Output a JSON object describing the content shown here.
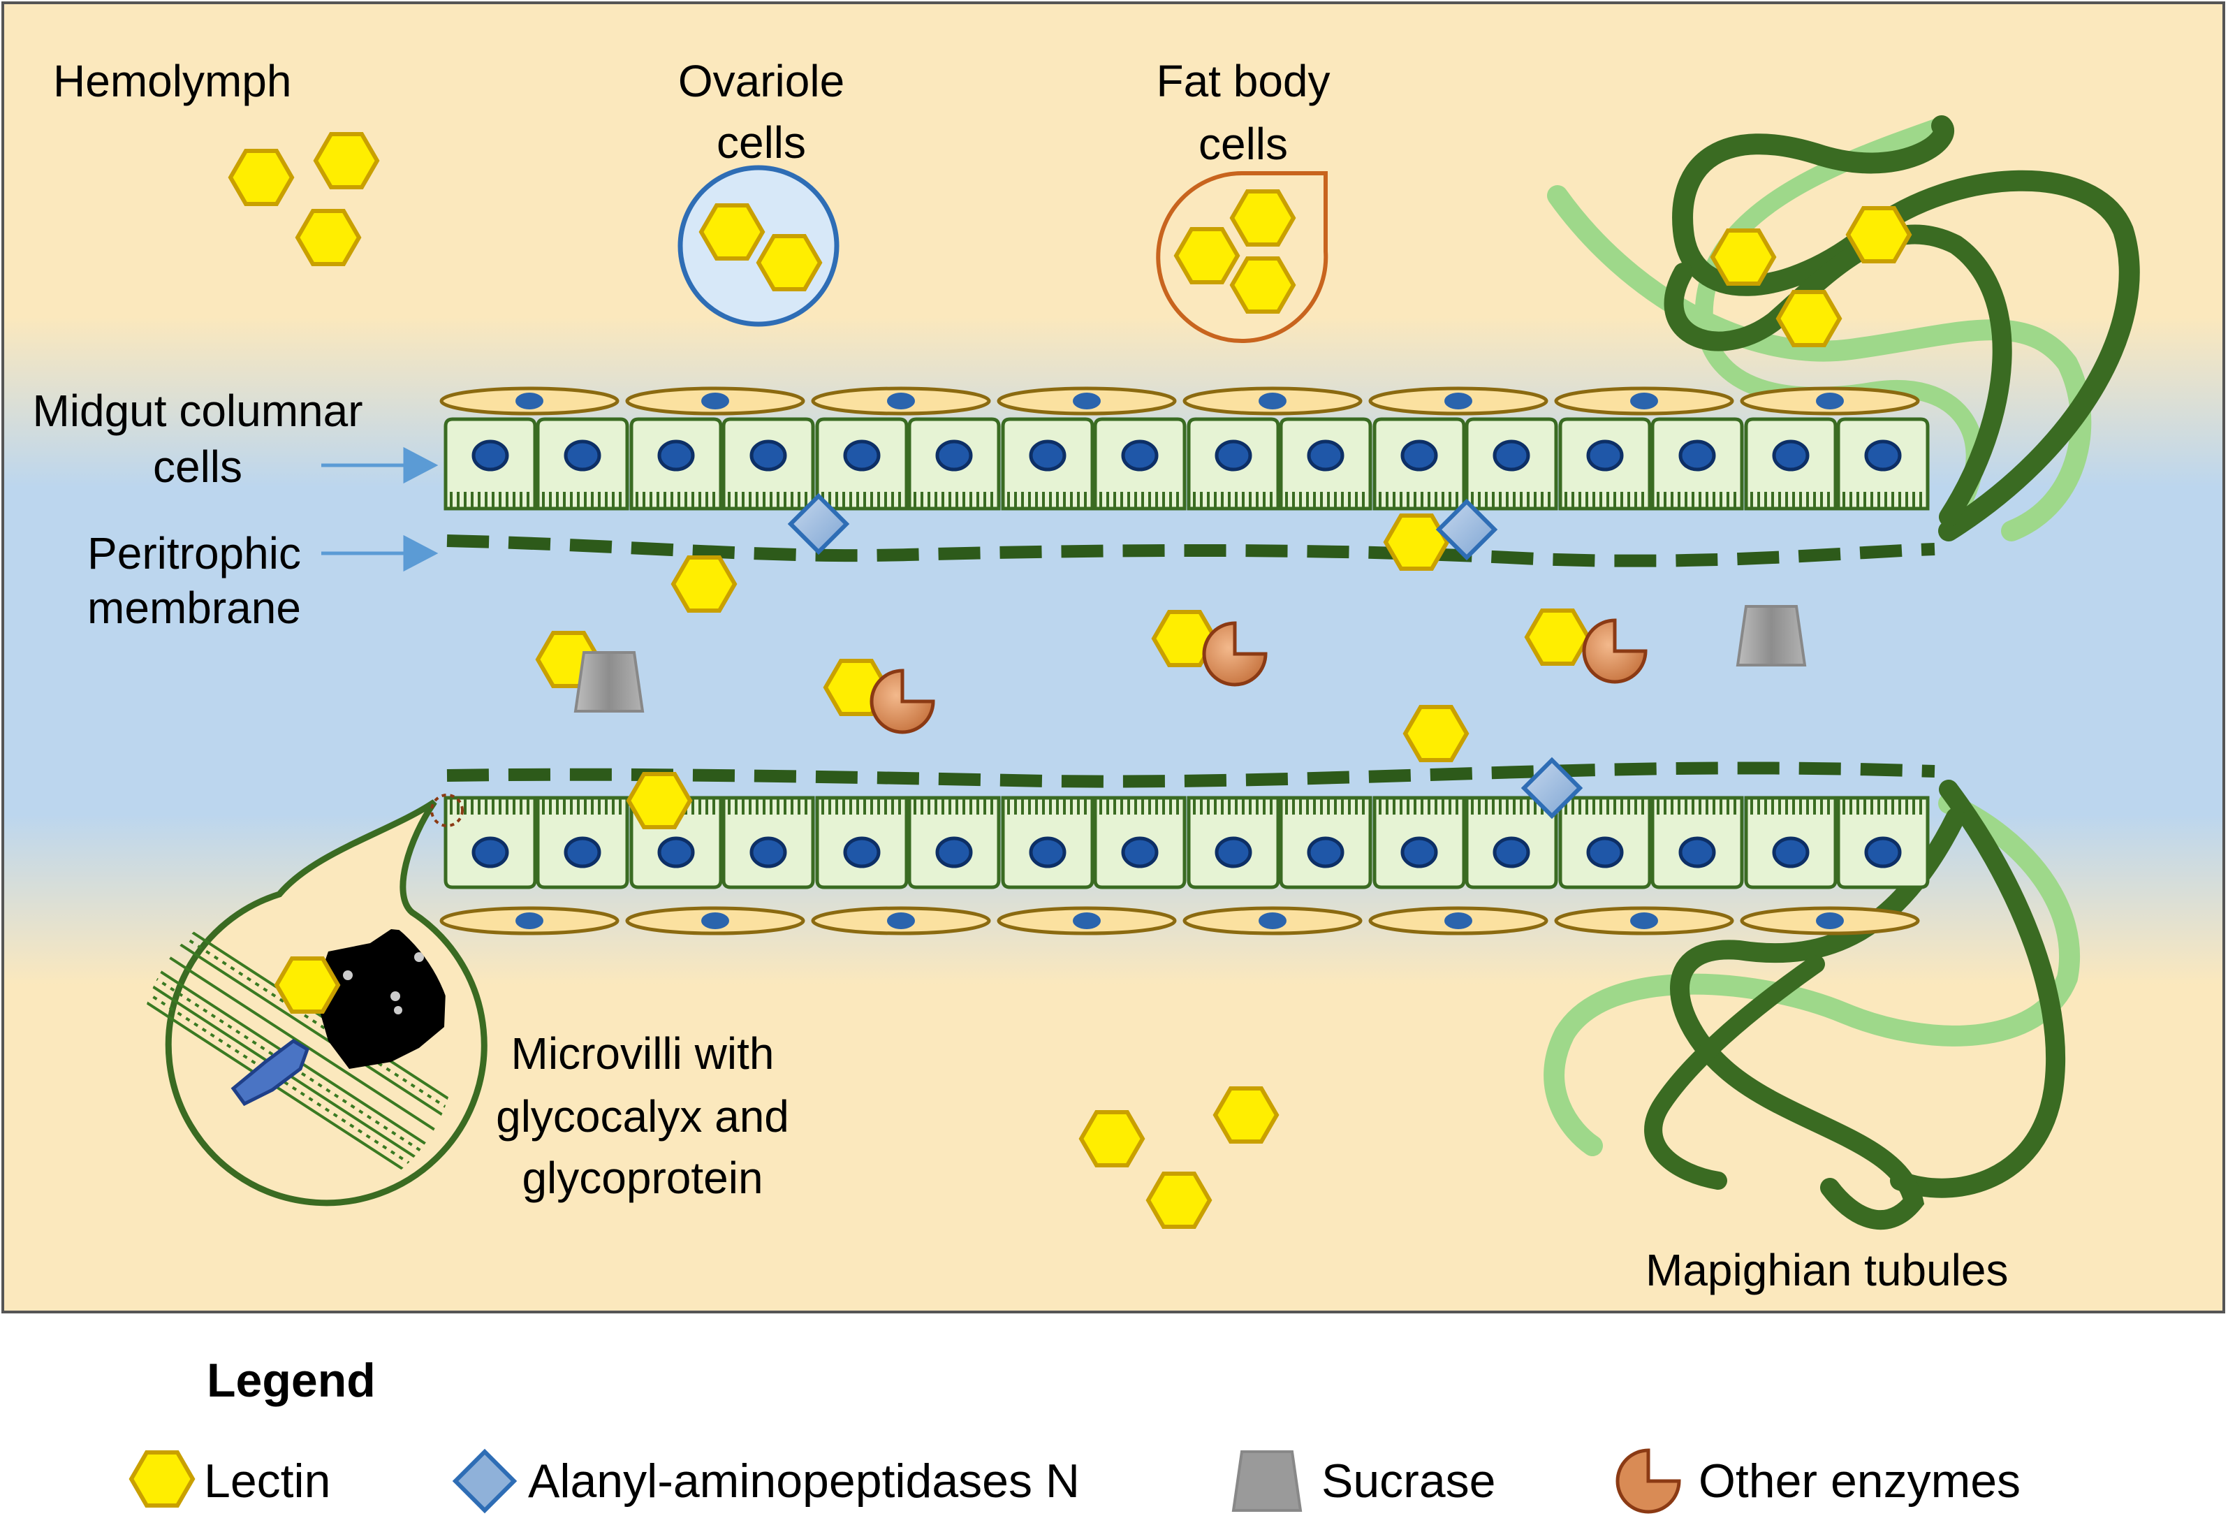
{
  "labels": {
    "hemolymph": "Hemolymph",
    "ovariole_line1": "Ovariole",
    "ovariole_line2": "cells",
    "fatbody_line1": "Fat body",
    "fatbody_line2": "cells",
    "midgut_line1": "Midgut columnar",
    "midgut_line2": "cells",
    "peritrophic_line1": "Peritrophic",
    "peritrophic_line2": "membrane",
    "microvilli_line1": "Microvilli with",
    "microvilli_line2": "glycocalyx and",
    "microvilli_line3": "glycoprotein",
    "malpighian": "Mapighian tubules"
  },
  "legend": {
    "title": "Legend",
    "items": [
      {
        "label": "Lectin",
        "icon": "lectin-hexagon-icon"
      },
      {
        "label": "Alanyl-aminopeptidases N",
        "icon": "aminopeptidase-diamond-icon"
      },
      {
        "label": "Sucrase",
        "icon": "sucrase-trapezoid-icon"
      },
      {
        "label": "Other enzymes",
        "icon": "enzyme-pacman-icon"
      }
    ]
  },
  "colors": {
    "background": "#fbe8bd",
    "lumen": "#bcd6ee",
    "lectin_fill": "#ffee00",
    "lectin_stroke": "#c9a000",
    "aminopeptidase": "#8fb1d9",
    "sucrase": "#999999",
    "enzyme": "#d98b55",
    "tissue_green": "#3a6b22",
    "cell_fill": "#e6f3d4",
    "nucleus": "#1f57a8"
  }
}
